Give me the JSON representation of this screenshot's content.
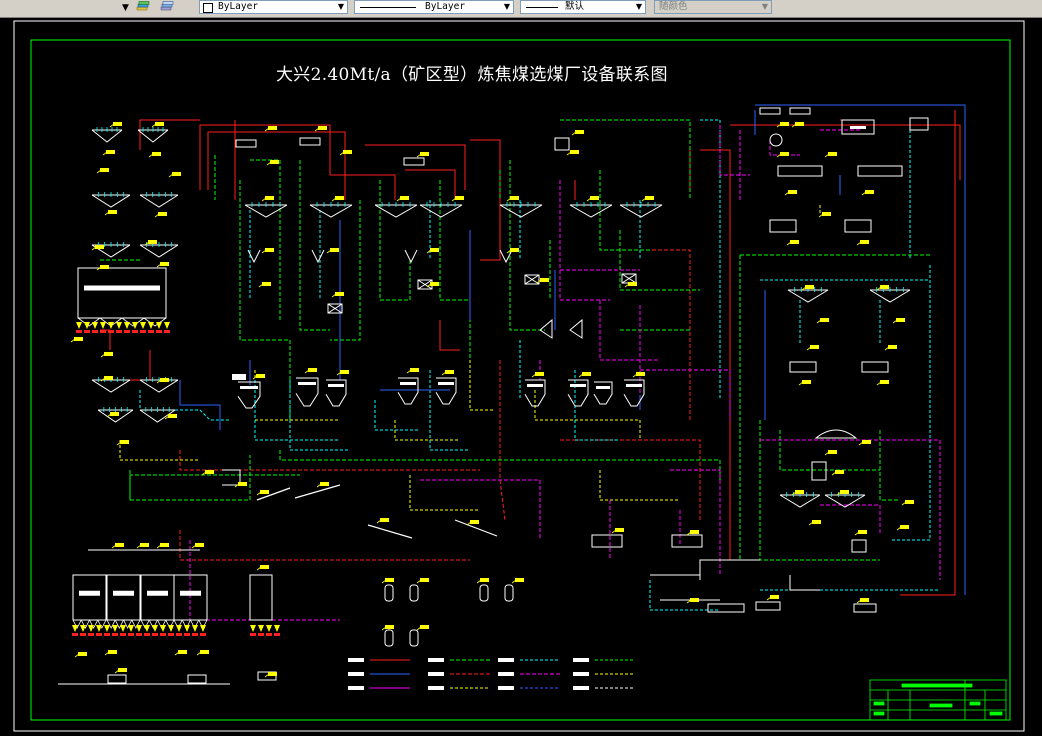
{
  "toolbar": {
    "layer_color_label": "ByLayer",
    "linetype_label": "ByLayer",
    "lineweight_label": "默认",
    "plotstyle_label": "随颜色",
    "icons": [
      "layer-states-icon",
      "layer-previous-icon"
    ]
  },
  "drawing": {
    "title": "大兴2.40Mt/a（矿区型）炼焦煤选煤厂设备联系图"
  },
  "colors": {
    "frame": "#00ff00",
    "red": "#ff2020",
    "green": "#00ff00",
    "yellow": "#ffff00",
    "cyan": "#00ffff",
    "blue": "#3060ff",
    "magenta": "#ff00ff",
    "white": "#ffffff"
  }
}
